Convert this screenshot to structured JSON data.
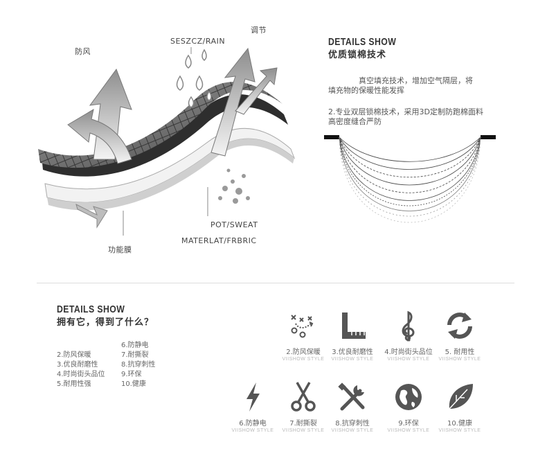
{
  "diagram": {
    "labels": {
      "windproof": "防风",
      "rain": "SESZCZ/RAIN",
      "adjust": "调节",
      "sweat": "POT/SWEAT",
      "fabric": "MATERLAT/FRBRIC",
      "membrane": "功能膜"
    }
  },
  "details_top": {
    "title_en": "DETAILS SHOW",
    "title_cn": "优质锁棉技术",
    "para1_line1": "真空填充技术，增加空气隔层，将",
    "para1_line2": "填充物的保暖性能发挥",
    "para2_line1": "2.专业双层锁棉技术，采用3D定制防跑棉面料",
    "para2_line2": "高密度缝合严防"
  },
  "details_bottom": {
    "title_en": "DETAILS SHOW",
    "title_cn": "拥有它，得到了什么？",
    "list_left": [
      "2.防风保暖",
      "3.优良耐磨性",
      "4.时尚街头品位",
      "5.耐用性强"
    ],
    "list_right": [
      "6.防静电",
      "7.耐撕裂",
      "8.抗穿刺性",
      "9.环保",
      "10.健康"
    ]
  },
  "icons": [
    {
      "icon": "strategy-icon",
      "label": "2.防风保暖",
      "sub": "VIISHOW STYLE"
    },
    {
      "icon": "ruler-icon",
      "label": "3.优良耐磨性",
      "sub": "VIISHOW STYLE"
    },
    {
      "icon": "treble-clef-icon",
      "label": "4.时尚街头品位",
      "sub": "VIISHOW STYLE"
    },
    {
      "icon": "refresh-icon",
      "label": "5.      耐用性",
      "sub": "VIISHOW STYLE"
    },
    {
      "icon": "lightning-icon",
      "label": "6.防静电",
      "sub": "VIISHOW STYLE"
    },
    {
      "icon": "scissors-icon",
      "label": "7.耐撕裂",
      "sub": "VIISHOW STYLE"
    },
    {
      "icon": "tools-icon",
      "label": "8.抗穿刺性",
      "sub": "VIISHOW STYLE"
    },
    {
      "icon": "globe-icon",
      "label": "9.环保",
      "sub": "VIISHOW STYLE"
    },
    {
      "icon": "leaf-icon",
      "label": "10.健康",
      "sub": "VIISHOW STYLE"
    }
  ]
}
